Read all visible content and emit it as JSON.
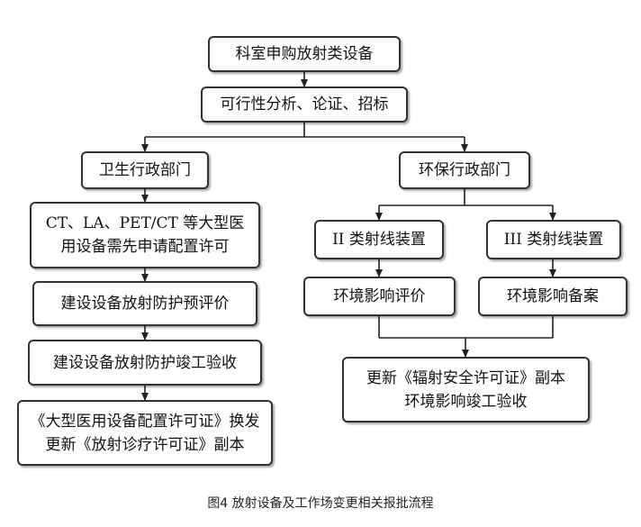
{
  "nodes": {
    "n1": "科室申购放射类设备",
    "n2": "可行性分析、论证、招标",
    "n3": "卫生行政部门",
    "n4": "环保行政部门",
    "n5a": "CT、LA、PET/CT 等大型医",
    "n5b": "用设备需先申请配置许可",
    "n6": "建设设备放射防护预评价",
    "n7": "建设设备放射防护竣工验收",
    "n8a": "《大型医用设备配置许可证》换发",
    "n8b": "更新《放射诊疗许可证》副本",
    "n9": "II 类射线装置",
    "n10": "III 类射线装置",
    "n11": "环境影响评价",
    "n12": "环境影响备案",
    "n13a": "更新《辐射安全许可证》副本",
    "n13b": "环境影响竣工验收"
  },
  "caption": "图4 放射设备及工作场变更相关报批流程"
}
